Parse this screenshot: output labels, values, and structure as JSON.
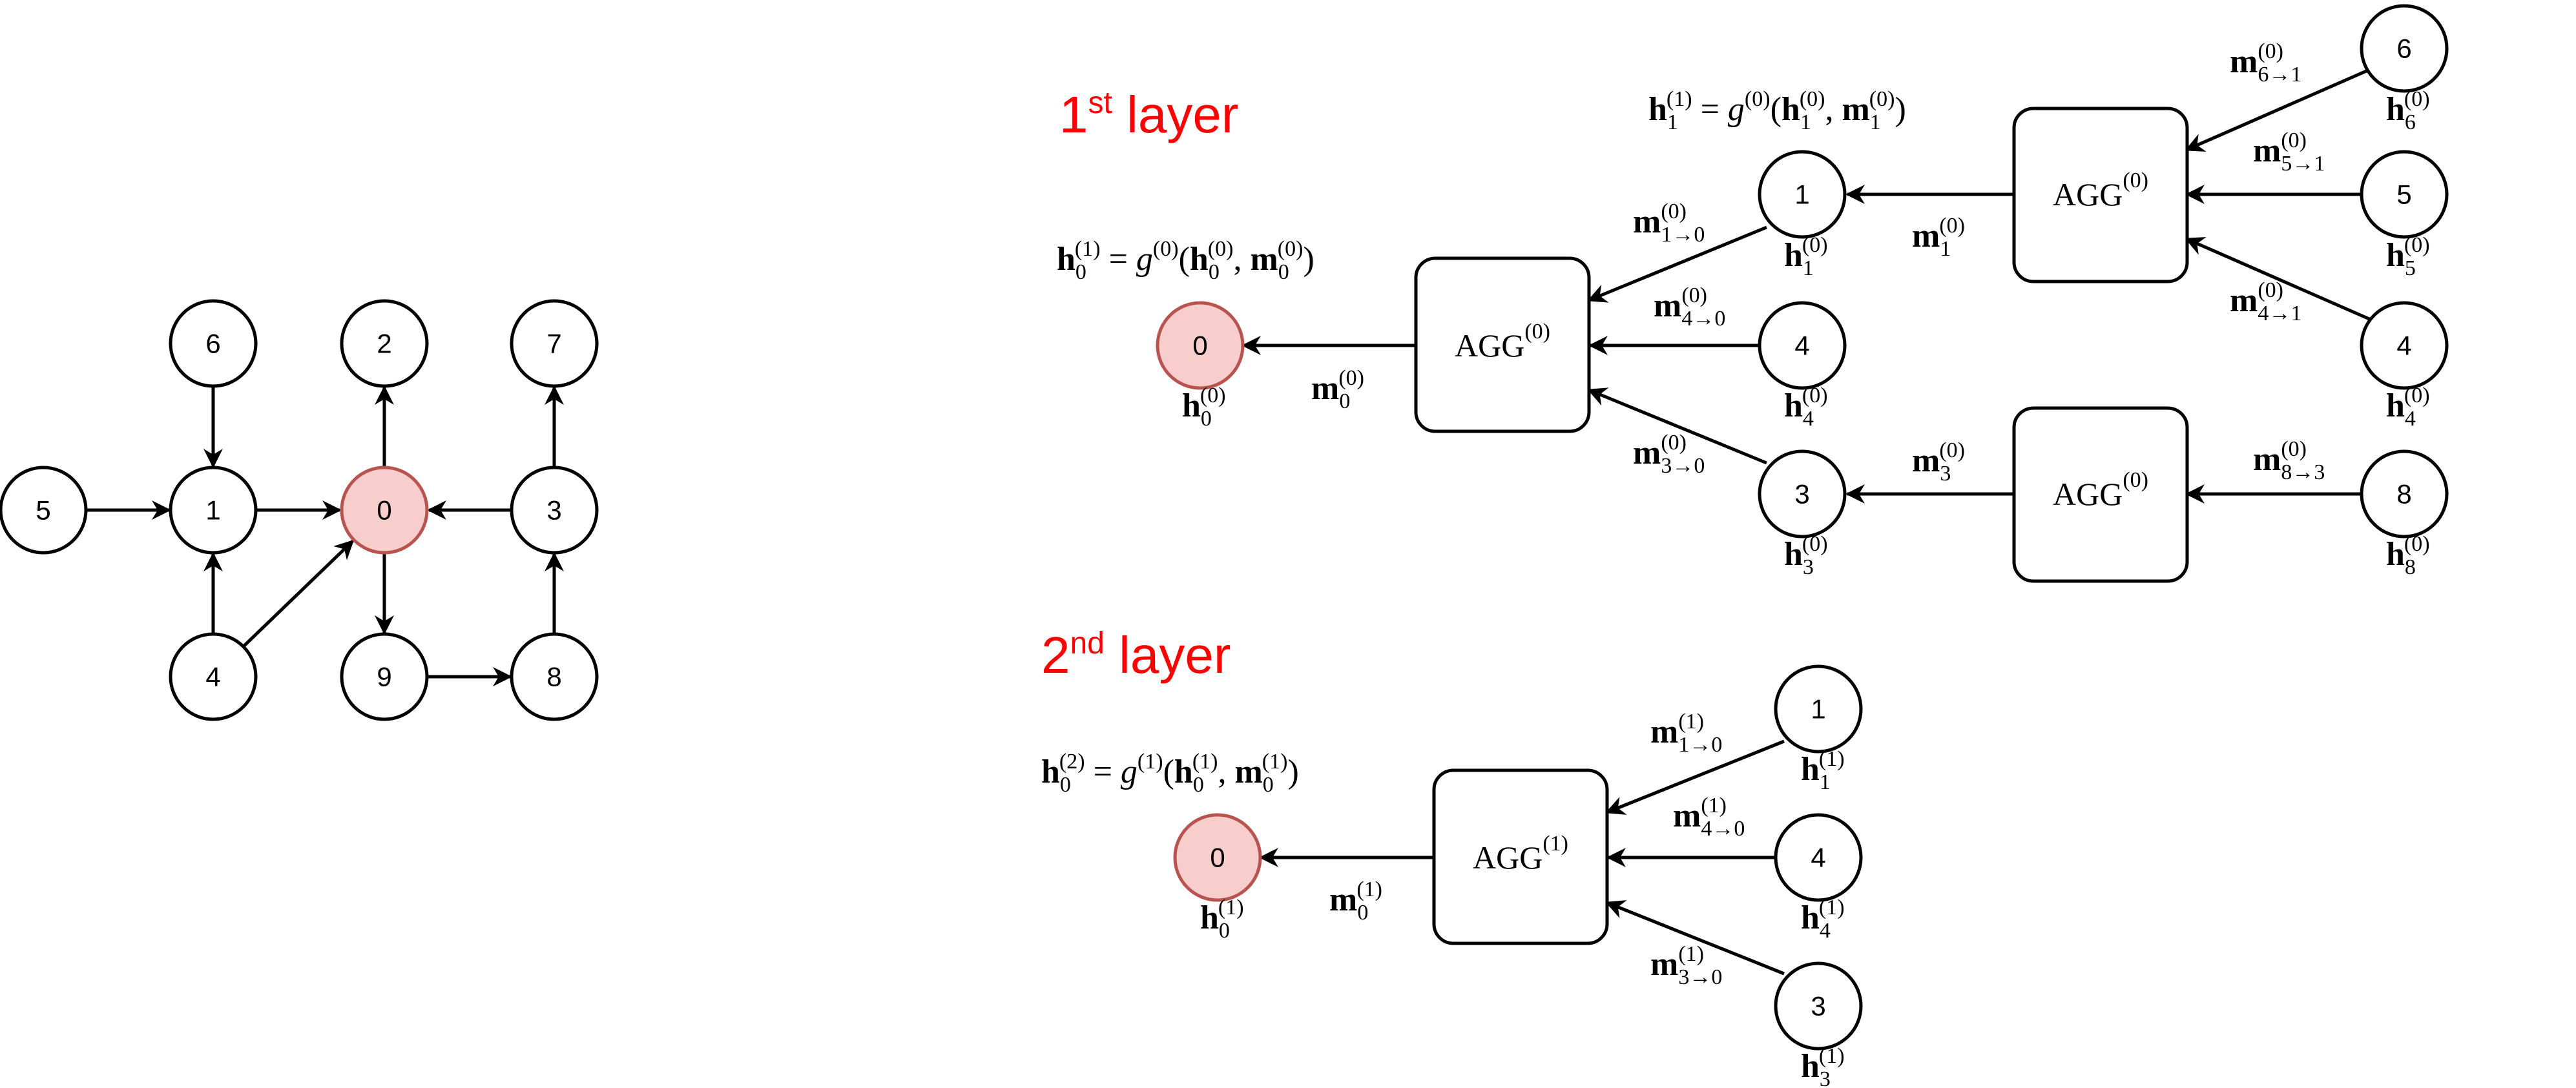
{
  "graph": {
    "nodes": [
      "5",
      "1",
      "6",
      "4",
      "0",
      "2",
      "9",
      "3",
      "7",
      "8"
    ],
    "center_label": "0",
    "highlight_color": "#f8cecc"
  },
  "layer1": {
    "title": {
      "num": "1",
      "suffix": "st",
      "rest": " layer"
    },
    "agg_label": "AGG",
    "agg_sup": "(0)",
    "target": "0",
    "inner_nodes": [
      "1",
      "4",
      "3"
    ],
    "outer_nodes": [
      "6",
      "5",
      "4",
      "8"
    ]
  },
  "layer2": {
    "title": {
      "num": "2",
      "suffix": "nd",
      "rest": " layer"
    },
    "agg_label": "AGG",
    "agg_sup": "(1)",
    "target": "0",
    "inner_nodes": [
      "1",
      "4",
      "3"
    ]
  },
  "math": {
    "h": "h",
    "m": "m",
    "g": "g",
    "eq": " = ",
    "open": "(",
    "comma": ", ",
    "close": ")",
    "arrow": "→",
    "sup0": "(0)",
    "sup1": "(1)",
    "sup2": "(2)",
    "i0": "0",
    "i1": "1",
    "i3": "3",
    "i4": "4",
    "i5": "5",
    "i6": "6",
    "i8": "8"
  },
  "colors": {
    "layer_title": "#ff0000",
    "highlight_fill": "#f8cecc",
    "highlight_stroke": "#b85450"
  }
}
